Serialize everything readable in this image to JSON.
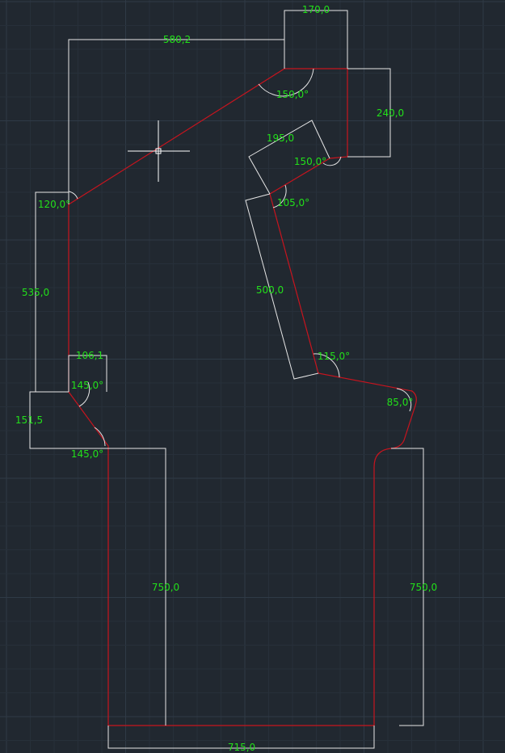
{
  "colors": {
    "background": "#212830",
    "grid_major": "#2f3a46",
    "grid_minor": "#27303a",
    "dimension_line": "#e6e6e6",
    "profile": "#c8141e",
    "dimension_text": "#22e01a",
    "crosshair": "#ffffff"
  },
  "dimensions": {
    "d_170": "170,0",
    "d_580": "580,2",
    "d_240": "240,0",
    "d_195": "195,0",
    "d_535": "535,0",
    "d_500": "500,0",
    "d_106": "106,1",
    "d_151": "151,5",
    "d_750_left": "750,0",
    "d_750_right": "750,0",
    "d_715": "715,0"
  },
  "angles": {
    "a_150_top": "150,0°",
    "a_150_mid": "150,0°",
    "a_120": "120,0°",
    "a_105": "105,0°",
    "a_115": "115,0°",
    "a_85": "85,0°",
    "a_145_upper": "145,0°",
    "a_145_lower": "145,0°"
  },
  "cursor": {
    "icon": "crosshair-cursor-icon"
  }
}
